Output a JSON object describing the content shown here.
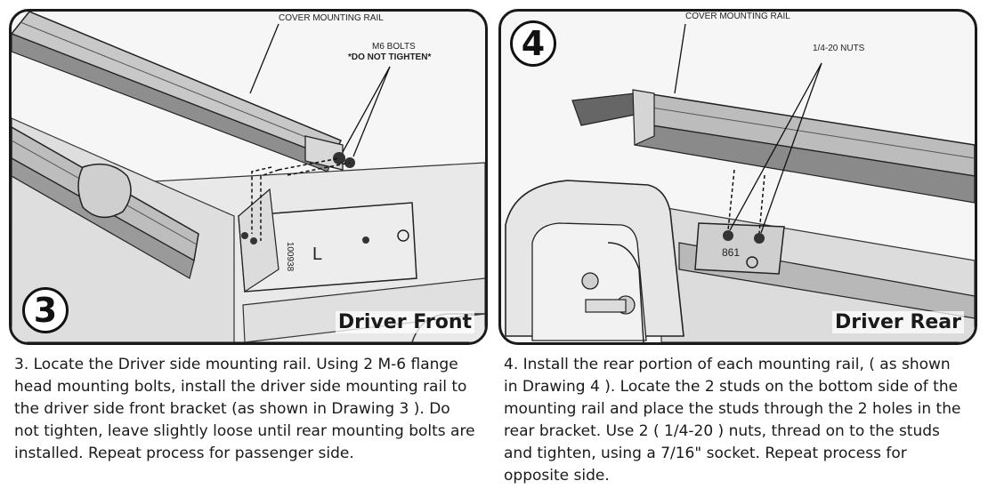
{
  "panels": [
    {
      "step_number": "3",
      "label": "Driver Front",
      "callouts": {
        "rail": "COVER MOUNTING RAIL",
        "bolts": "M6 BOLTS",
        "warning": "*DO NOT TIGHTEN*",
        "bracket_number": "100938",
        "bracket_letter": "L"
      },
      "caption": "3. Locate the Driver side mounting rail. Using 2 M-6 flange head mounting bolts, install the driver side mounting rail to the driver side front bracket (as shown in Drawing 3 ). Do not tighten, leave slightly loose until rear mounting bolts are installed. Repeat process for passenger side."
    },
    {
      "step_number": "4",
      "label": "Driver Rear",
      "callouts": {
        "rail": "COVER MOUNTING RAIL",
        "nuts": "1/4-20 NUTS",
        "bracket_number": "861"
      },
      "caption": "4. Install the rear portion of each mounting rail, ( as shown in Drawing 4 ). Locate the 2 studs on the bottom side of the mounting rail and place the studs through the 2 holes in the rear bracket. Use 2 ( 1/4-20 ) nuts, thread on to the studs and tighten, using a 7/16\" socket. Repeat process for opposite side."
    }
  ]
}
